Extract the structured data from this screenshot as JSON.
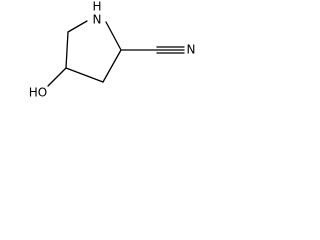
{
  "molecule": {
    "atoms": {
      "nitrogen_ring": "N",
      "hydrogen_on_ring_n": "H",
      "hydroxyl": "HO",
      "nitrile_n": "N"
    }
  }
}
